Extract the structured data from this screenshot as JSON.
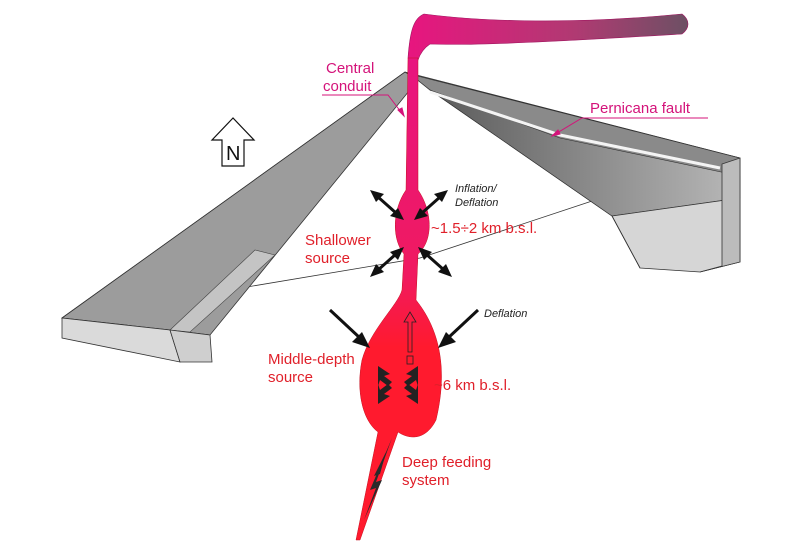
{
  "labels": {
    "central_conduit_line1": "Central",
    "central_conduit_line2": "conduit",
    "pernicana_fault": "Pernicana fault",
    "inflation_line1": "Inflation/",
    "inflation_line2": "Deflation",
    "shallow_depth": "~1.5÷2 km b.s.l.",
    "shallower_line1": "Shallower",
    "shallower_line2": "source",
    "deflation": "Deflation",
    "middle_line1": "Middle-depth",
    "middle_line2": "source",
    "middle_depth": "~6 km b.s.l.",
    "deep_line1": "Deep feeding",
    "deep_line2": "system",
    "north": "N"
  },
  "icons": {
    "north_arrow": "north-arrow-icon",
    "expansion_arrow": "double-headed-arrow-icon",
    "compression_arrow": "inward-arrow-icon"
  },
  "colors": {
    "magma_red": "#ff1a2e",
    "conduit_magenta": "#e8157f",
    "label_red": "#e0202a",
    "label_magenta": "#d4137a",
    "block_top": "#9a9a9a",
    "block_side": "#d8d8d8"
  }
}
